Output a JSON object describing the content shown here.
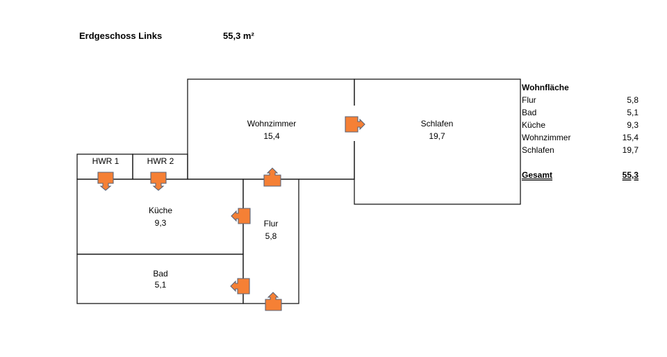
{
  "header": {
    "title": "Erdgeschoss Links",
    "area": "55,3 m²"
  },
  "rooms": {
    "hwr1": {
      "name": "HWR 1"
    },
    "hwr2": {
      "name": "HWR 2"
    },
    "wohnzimmer": {
      "name": "Wohnzimmer",
      "area": "15,4"
    },
    "schlafen": {
      "name": "Schlafen",
      "area": "19,7"
    },
    "kueche": {
      "name": "Küche",
      "area": "9,3"
    },
    "flur": {
      "name": "Flur",
      "area": "5,8"
    },
    "bad": {
      "name": "Bad",
      "area": "5,1"
    }
  },
  "legend": {
    "heading": "Wohnfläche",
    "rows": [
      {
        "label": "Flur",
        "value": "5,8"
      },
      {
        "label": "Bad",
        "value": "5,1"
      },
      {
        "label": "Küche",
        "value": "9,3"
      },
      {
        "label": "Wohnzimmer",
        "value": "15,4"
      },
      {
        "label": "Schlafen",
        "value": "19,7"
      }
    ],
    "total_label": "Gesamt",
    "total_value": "55,3"
  },
  "colors": {
    "door_fill": "#f58035",
    "door_stroke": "#5a6478",
    "wall": "#1a1a1a"
  }
}
